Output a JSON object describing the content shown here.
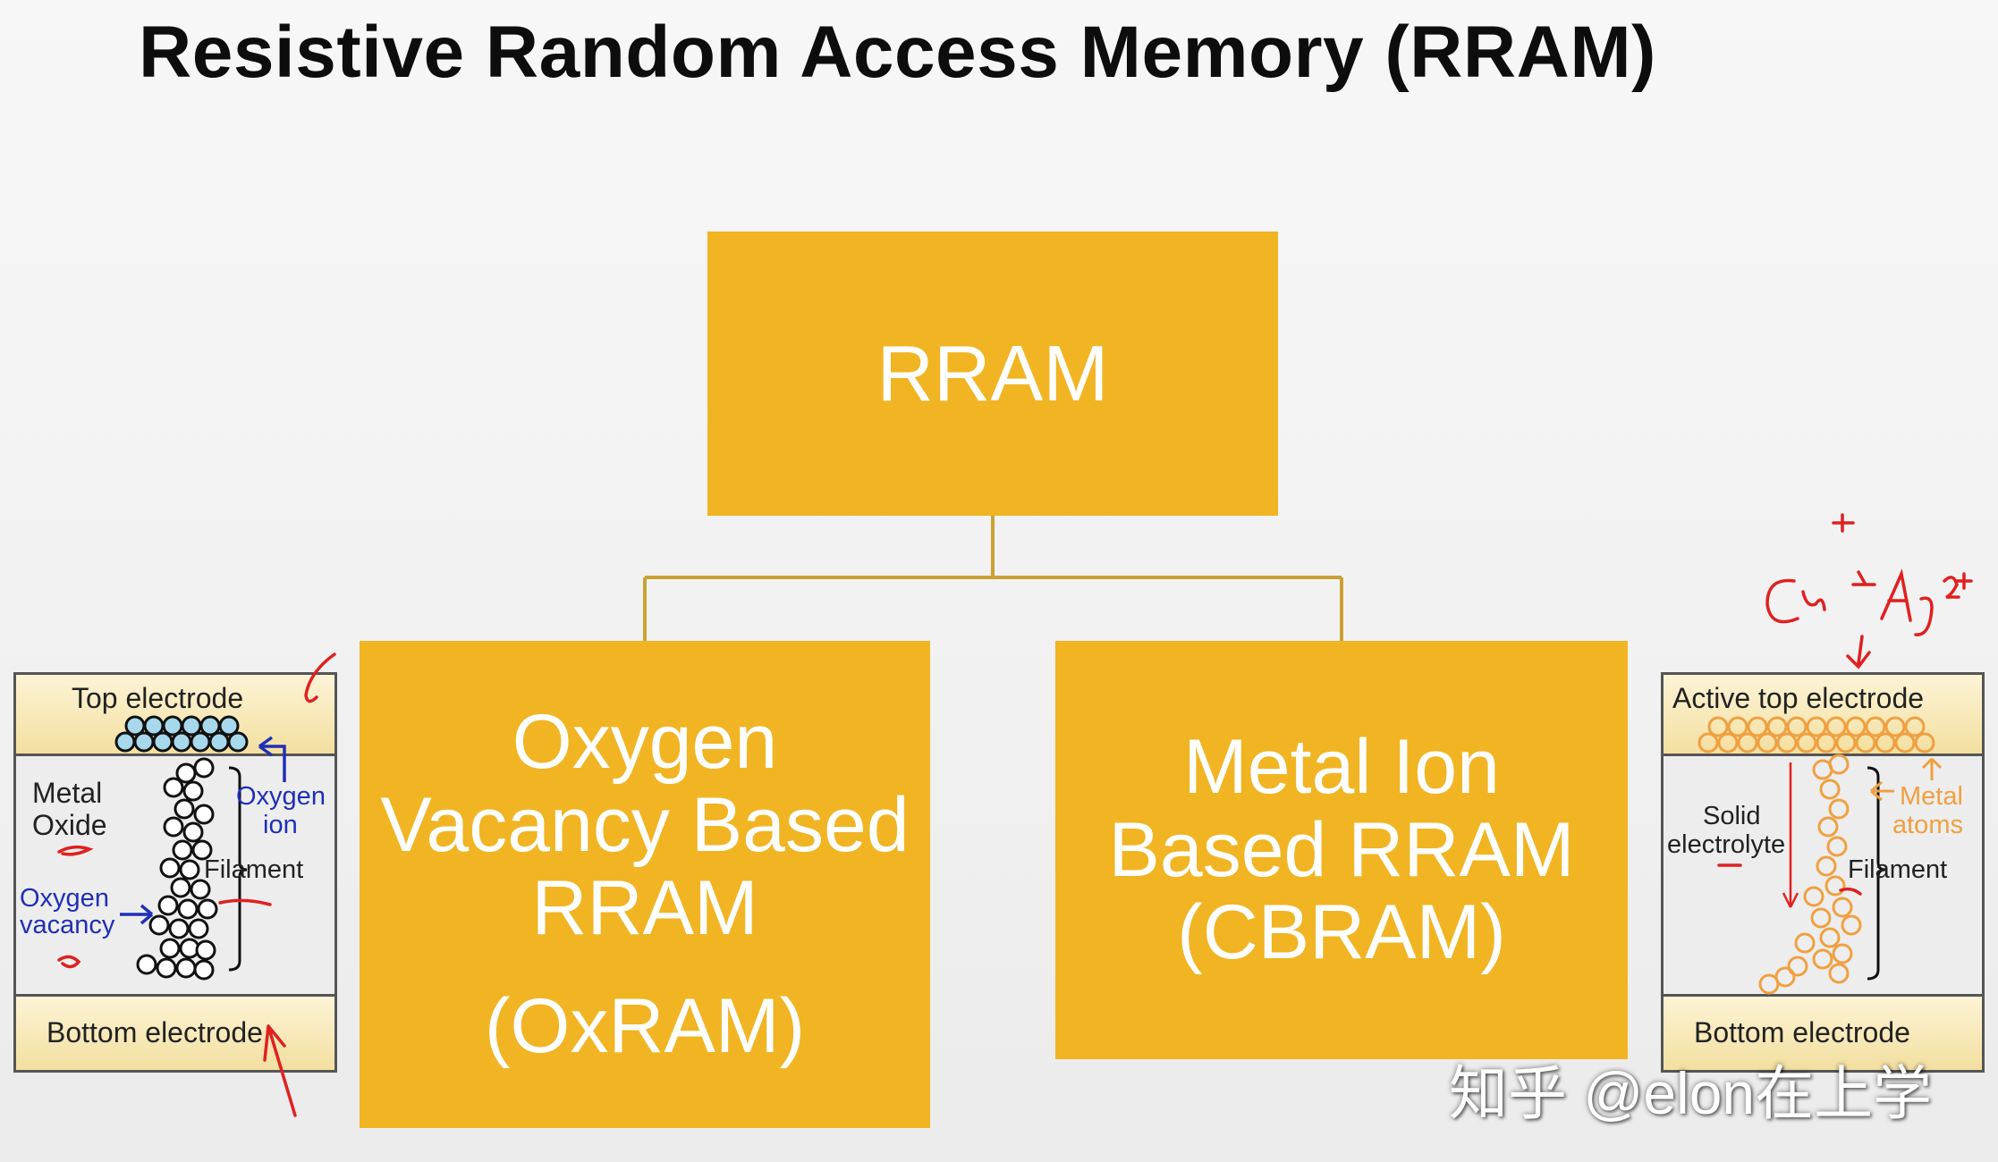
{
  "title": "Resistive Random Access Memory (RRAM)",
  "tree": {
    "root": "RRAM",
    "left": {
      "lines": [
        "Oxygen",
        "Vacancy Based",
        "RRAM"
      ],
      "sub": "(OxRAM)"
    },
    "right": {
      "lines": [
        "Metal Ion",
        "Based RRAM",
        "(CBRAM)"
      ]
    }
  },
  "left_inset": {
    "top_electrode": "Top electrode",
    "bottom_electrode": "Bottom electrode",
    "metal_oxide_1": "Metal",
    "metal_oxide_2": "Oxide",
    "oxygen_ion_1": "Oxygen",
    "oxygen_ion_2": "ion",
    "filament": "Filament",
    "oxygen_vacancy_1": "Oxygen",
    "oxygen_vacancy_2": "vacancy"
  },
  "right_inset": {
    "top_electrode": "Active top electrode",
    "bottom_electrode": "Bottom electrode",
    "solid_1": "Solid",
    "solid_2": "electrolyte",
    "metal_atoms_1": "Metal",
    "metal_atoms_2": "atoms",
    "filament": "Filament"
  },
  "watermark": "知乎 @elon在上学",
  "colors": {
    "box": "#f1b423",
    "connector": "#c9a233",
    "oxygen_label": "#1f2fb8",
    "metal_label": "#f0a040",
    "annotation": "#e02020"
  }
}
